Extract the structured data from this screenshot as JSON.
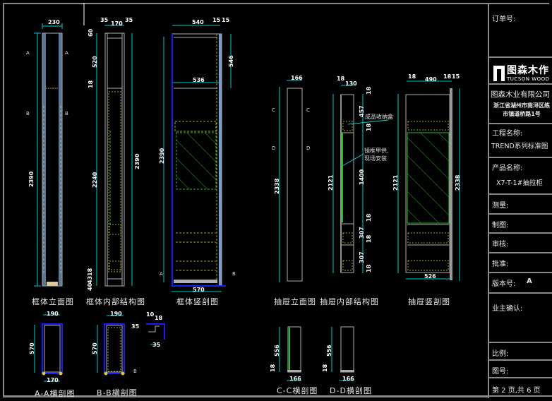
{
  "title_block": {
    "order_no_label": "订单号:",
    "logo_cn": "图森木作",
    "logo_en": "TUCSON WOOD",
    "company_name": "图森木业有限公司",
    "company_address": "浙江省湖州市南浔区练市镇道桥路1号",
    "project_name_label": "工程名称:",
    "project_name_value": "TREND系列标准图",
    "product_name_label": "产品名称:",
    "product_name_value": "X7-T-1#抽拉柜",
    "survey_label": "测量:",
    "draw_label": "制图:",
    "review_label": "审核:",
    "approve_label": "批准:",
    "version_label": "版本号:",
    "version_value": "A",
    "owner_confirm_label": "业主确认:",
    "scale_label": "比例:",
    "drawing_no_label": "图号:",
    "page_info": "第 2 页,共 6 页"
  },
  "views": {
    "frame_elevation": {
      "caption": "框体立面图",
      "width_dim": "230",
      "height_dim": "2390",
      "section_marks": [
        "A",
        "A",
        "B",
        "B"
      ]
    },
    "frame_internal": {
      "caption": "框体内部结构图",
      "dims_top": [
        "35",
        "170",
        "35"
      ],
      "dims_side": [
        "60",
        "520",
        "18",
        "2240",
        "18",
        "43",
        "40"
      ],
      "height_dim": "2390"
    },
    "frame_section": {
      "caption": "框体竖剖图",
      "width_top": "540",
      "dims_top_right": [
        "15",
        "15"
      ],
      "inner_width": "536",
      "height_right": "546",
      "height_left": "2390",
      "width_bottom": "570",
      "section_marks": [
        "A",
        "B"
      ]
    },
    "drawer_elevation": {
      "caption": "抽屉立面图",
      "width_dim": "166",
      "height_dim": "2338",
      "section_marks": [
        "C",
        "C",
        "D",
        "D"
      ]
    },
    "drawer_internal": {
      "caption": "抽屉内部结构图",
      "dims_top": [
        "18",
        "130"
      ],
      "height_dim": "2121",
      "dims_side": [
        "18",
        "457",
        "18",
        "1400",
        "18",
        "307",
        "18",
        "307",
        "18"
      ],
      "notes": [
        "成品收纳盒",
        "镜框甲供,现场安装"
      ]
    },
    "drawer_section": {
      "caption": "抽屉竖剖图",
      "dims_top": [
        "18",
        "490",
        "18",
        "15"
      ],
      "height_left": "2121",
      "height_right": "2338",
      "width_bottom": "526"
    },
    "section_aa": {
      "caption": "A-A横剖图",
      "width_top": "190",
      "height": "570",
      "width_bottom": "170"
    },
    "section_bb": {
      "caption": "B-B横剖图",
      "width_top": "190",
      "height": "570",
      "detail_dims": [
        "10",
        "18",
        "35",
        "35"
      ],
      "detail_mark": "B"
    },
    "section_cc": {
      "caption": "C-C横剖图",
      "height": "556",
      "bottom_dim": "18",
      "width": "166"
    },
    "section_dd": {
      "caption": "D-D横剖图",
      "height": "556",
      "bottom_dim": "18",
      "width": "166"
    }
  },
  "colors": {
    "background": "#000000",
    "frame_line": "#8a8a8a",
    "dimension": "#00c8c8",
    "panel": "#b8b8b8",
    "hidden": "#a8a020",
    "glass": "#20c020",
    "section_blue": "#1a1aff"
  }
}
